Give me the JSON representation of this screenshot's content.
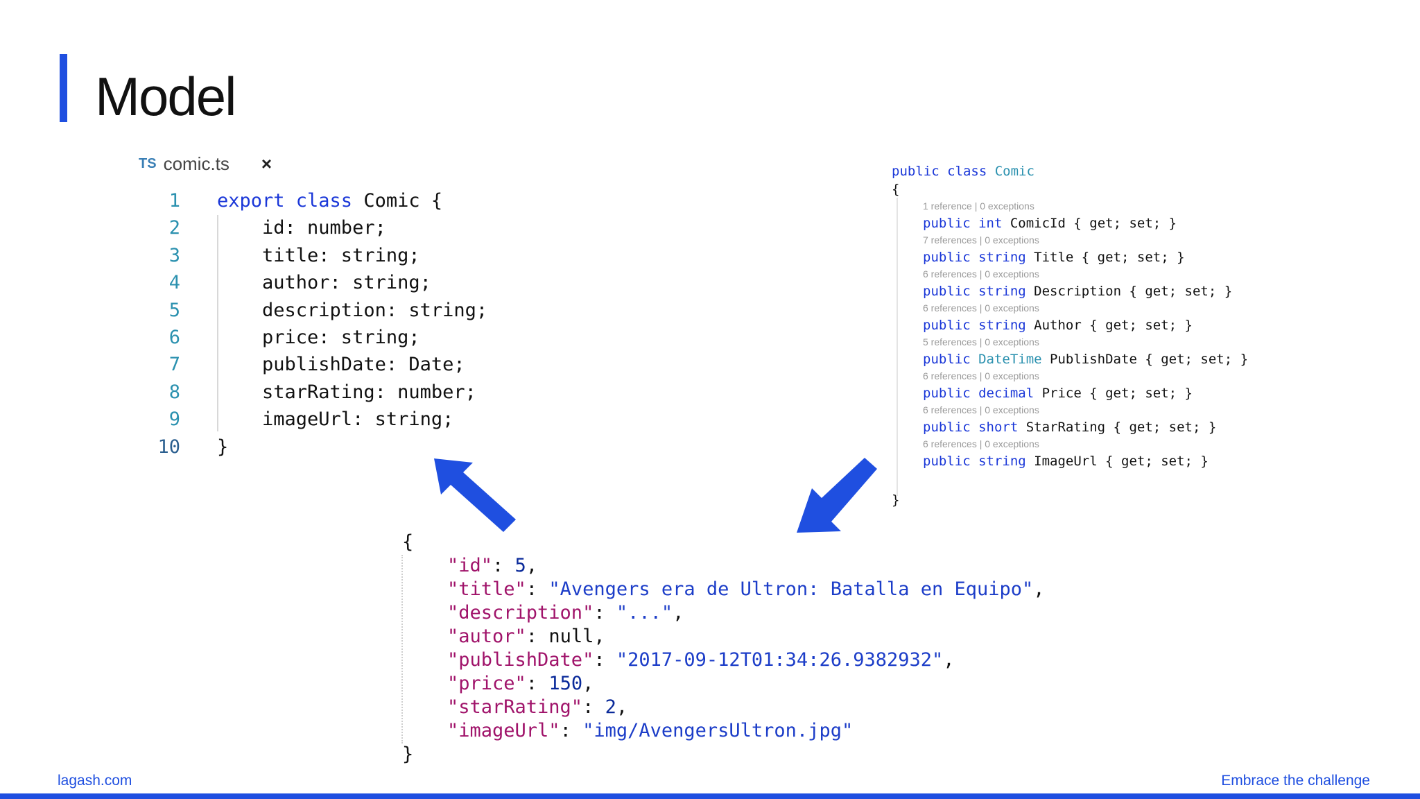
{
  "slide": {
    "title": "Model",
    "footer_left": "lagash.com",
    "footer_right": "Embrace the challenge",
    "accent": "#1f4fe0"
  },
  "ts_panel": {
    "badge": "TS",
    "filename": "comic.ts",
    "close": "×",
    "lines": [
      {
        "num": "1",
        "kw": "export class",
        "rest": " Comic {"
      },
      {
        "num": "2",
        "kw": "",
        "rest": "    id: number;"
      },
      {
        "num": "3",
        "kw": "",
        "rest": "    title: string;"
      },
      {
        "num": "4",
        "kw": "",
        "rest": "    author: string;"
      },
      {
        "num": "5",
        "kw": "",
        "rest": "    description: string;"
      },
      {
        "num": "6",
        "kw": "",
        "rest": "    price: string;"
      },
      {
        "num": "7",
        "kw": "",
        "rest": "    publishDate: Date;"
      },
      {
        "num": "8",
        "kw": "",
        "rest": "    starRating: number;"
      },
      {
        "num": "9",
        "kw": "",
        "rest": "    imageUrl: string;"
      },
      {
        "num": "10",
        "kw": "",
        "rest": "}"
      }
    ]
  },
  "cs_panel": {
    "class_kw": "public class",
    "class_name": "Comic",
    "open": "{",
    "close": "}",
    "props": [
      {
        "ref": "1 reference | 0 exceptions",
        "kw": "public",
        "type": "int",
        "type_is_class": false,
        "rest": " ComicId { get; set; }"
      },
      {
        "ref": "7 references | 0 exceptions",
        "kw": "public",
        "type": "string",
        "type_is_class": false,
        "rest": " Title { get; set; }"
      },
      {
        "ref": "6 references | 0 exceptions",
        "kw": "public",
        "type": "string",
        "type_is_class": false,
        "rest": " Description { get; set; }"
      },
      {
        "ref": "6 references | 0 exceptions",
        "kw": "public",
        "type": "string",
        "type_is_class": false,
        "rest": " Author { get; set; }"
      },
      {
        "ref": "5 references | 0 exceptions",
        "kw": "public",
        "type": "DateTime",
        "type_is_class": true,
        "rest": " PublishDate { get; set; }"
      },
      {
        "ref": "6 references | 0 exceptions",
        "kw": "public",
        "type": "decimal",
        "type_is_class": false,
        "rest": " Price { get; set; }"
      },
      {
        "ref": "6 references | 0 exceptions",
        "kw": "public",
        "type": "short",
        "type_is_class": false,
        "rest": " StarRating { get; set; }"
      },
      {
        "ref": "6 references | 0 exceptions",
        "kw": "public",
        "type": "string",
        "type_is_class": false,
        "rest": " ImageUrl { get; set; }"
      }
    ]
  },
  "json_panel": {
    "open": "{",
    "close": "}",
    "entries": [
      {
        "key": "\"id\"",
        "value": "5",
        "kind": "num",
        "comma": ","
      },
      {
        "key": "\"title\"",
        "value": "\"Avengers era de Ultron: Batalla en Equipo\"",
        "kind": "str",
        "comma": ","
      },
      {
        "key": "\"description\"",
        "value": "\"...\"",
        "kind": "str",
        "comma": ","
      },
      {
        "key": "\"autor\"",
        "value": "null",
        "kind": "plain",
        "comma": ","
      },
      {
        "key": "\"publishDate\"",
        "value": "\"2017-09-12T01:34:26.9382932\"",
        "kind": "str",
        "comma": ","
      },
      {
        "key": "\"price\"",
        "value": "150",
        "kind": "num",
        "comma": ","
      },
      {
        "key": "\"starRating\"",
        "value": "2",
        "kind": "num",
        "comma": ","
      },
      {
        "key": "\"imageUrl\"",
        "value": "\"img/AvengersUltron.jpg\"",
        "kind": "str",
        "comma": ""
      }
    ]
  }
}
